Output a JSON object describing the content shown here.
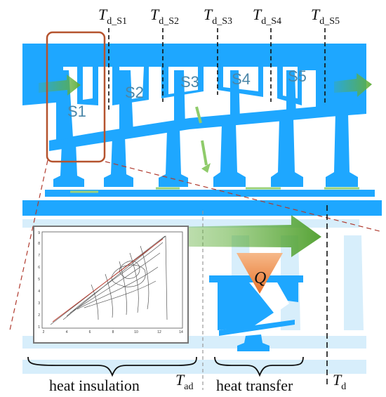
{
  "diagram": {
    "stations": [
      {
        "T": "T",
        "sub": "d_S1",
        "stage": "S1"
      },
      {
        "T": "T",
        "sub": "d_S2",
        "stage": "S2"
      },
      {
        "T": "T",
        "sub": "d_S3",
        "stage": "S3"
      },
      {
        "T": "T",
        "sub": "d_S4",
        "stage": "S4"
      },
      {
        "T": "T",
        "sub": "d_S5",
        "stage": "S5"
      }
    ],
    "heat_symbol": "Q",
    "labels": {
      "heat_insulation": "heat insulation",
      "heat_transfer": "heat transfer",
      "t_ad": {
        "T": "T",
        "sub": "ad"
      },
      "t_d": {
        "T": "T",
        "sub": "d"
      }
    },
    "inset_chart": {
      "y_ticks": [
        "1",
        "2",
        "3",
        "4",
        "5",
        "6",
        "7",
        "8",
        "9"
      ],
      "x_ticks": [
        "2",
        "4",
        "6",
        "8",
        "10",
        "12",
        "14"
      ]
    },
    "colors": {
      "blade_blue": "#1EA7FF",
      "highlight_box": "#B5532E",
      "arrow_green": "#5FAE3A",
      "heat_arrow": "#F08A3A",
      "dashed_red": "#B03A2E"
    }
  }
}
